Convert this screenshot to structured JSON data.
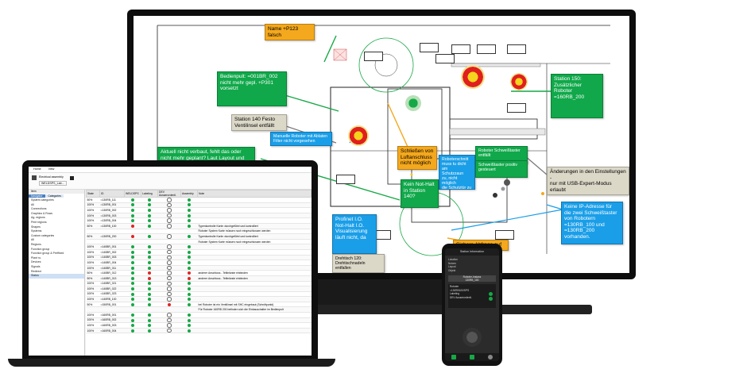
{
  "monitor": {
    "notes": {
      "name_p123": [
        "Name +P123",
        "falsch"
      ],
      "bedienpult": [
        "Bedienpult: =001BR_002",
        "nicht mehr gepl. +P301 vorsetzt"
      ],
      "station140": [
        "Station 140 Festo",
        "Ventilinsel entfällt"
      ],
      "station150": [
        "Station 150: Zusätzlicher",
        "Roboter =160RB_200"
      ],
      "aktuell": [
        "Aktuell nicht verbaut, fehlt das oder",
        "nicht mehr geplant? Laut Layout und"
      ],
      "schliessen": [
        "Schließen von",
        "Luftanschluss",
        "nicht möglich"
      ],
      "kein_not_halt": [
        "Kein Not-Halt",
        "in Station 140?"
      ],
      "profinet": [
        "Profinet I.O.",
        "Not-Halt I.O.",
        "Visualisierung",
        "läuft nicht, da"
      ],
      "sichere": [
        "Sichere Abfrage auf"
      ],
      "ip_adresse": [
        "Keine IP-Adresse für",
        "die zwei Schweißtaster",
        "von Robotern",
        "=130RB_100 und",
        "=130RB_200",
        "vorhanden."
      ],
      "aenderungen": [
        "Änderungen in den Einstellungen -",
        "nur mit USB-Expert-Modus erlaubt"
      ],
      "roboter_schweiss": [
        "Roboter Schweißtaster entfällt"
      ],
      "schweisstaster": [
        "Schweißtaster positiv gesteuert"
      ],
      "drehtisch": [
        "Drehtisch 120:",
        "Drehtischnadeln entfallen"
      ],
      "manuelle": [
        "Manuelle Roboter mit Ablaten",
        "Filter nicht vorgesehen"
      ],
      "roboterschnitt": [
        "Roboterschnitt",
        "muss tu dicht am",
        "Schutzzaun",
        "zu, nicht möglich",
        "die Schutztür zu",
        "öffnen"
      ]
    }
  },
  "laptop": {
    "menu": [
      "Home",
      "View"
    ],
    "toolbar_title": "Electrical assembly",
    "toolbar_sub": "WELDSPS_Lab...",
    "pane_tabs": [
      "Navigator",
      "Categories"
    ],
    "pane_header": "Item",
    "sidebar_items": [
      "System categories",
      "All",
      "Connections",
      "Graphics & Rows",
      "Ag. regions",
      "Print regions",
      "Shapes",
      "Systems",
      "Custom categories",
      "All",
      "Regions",
      "Function group",
      "Function group & Preffixed",
      "Plant ro.",
      "Devices",
      "Signals",
      "Redirect",
      "Status"
    ],
    "columns": [
      "State",
      "ID",
      "WELDSPS",
      "Labeling",
      "DEV Ausserordentl.",
      "Assembly",
      "Note"
    ],
    "rows": [
      {
        "state": "50%",
        "id": "=130RB_111",
        "c": [
          "g",
          "g",
          "o",
          "g"
        ],
        "note": ""
      },
      {
        "state": "100%",
        "id": "=130RB_001",
        "c": [
          "g",
          "g",
          "o",
          "g"
        ],
        "note": ""
      },
      {
        "state": "100%",
        "id": "=130RB_002",
        "c": [
          "g",
          "g",
          "o",
          "g"
        ],
        "note": ""
      },
      {
        "state": "100%",
        "id": "=130RB_003",
        "c": [
          "g",
          "g",
          "o",
          "g"
        ],
        "note": ""
      },
      {
        "state": "100%",
        "id": "=130RB_004",
        "c": [
          "g",
          "g",
          "o",
          "g"
        ],
        "note": ""
      },
      {
        "state": "50%",
        "id": "=130RB_100",
        "c": [
          "r",
          "g",
          "o",
          "g"
        ],
        "note": "Typenkontrolle Karte: durchgeführt und kontrolliert"
      },
      {
        "state": "",
        "id": "",
        "c": [],
        "note": "Roboter System Karte müssen noch eingeschlossen werden"
      },
      {
        "state": "50%",
        "id": "=130RB_200",
        "c": [
          "r",
          "g",
          "o",
          "g"
        ],
        "note": "Typenkontrolle Karte: durchgeführt und kontrolliert"
      },
      {
        "state": "",
        "id": "",
        "c": [],
        "note": "Roboter System Karte müssen noch eingeschlossen werden"
      },
      {
        "state": "100%",
        "id": "=140BR_001",
        "c": [
          "g",
          "g",
          "o",
          "g"
        ],
        "note": ""
      },
      {
        "state": "100%",
        "id": "=140BR_002",
        "c": [
          "g",
          "g",
          "o",
          "g"
        ],
        "note": ""
      },
      {
        "state": "100%",
        "id": "=140BR_003",
        "c": [
          "g",
          "g",
          "o",
          "g"
        ],
        "note": ""
      },
      {
        "state": "100%",
        "id": "=140BR_004",
        "c": [
          "g",
          "g",
          "o",
          "g"
        ],
        "note": ""
      },
      {
        "state": "100%",
        "id": "=140BR_011",
        "c": [
          "g",
          "g",
          "o",
          "g"
        ],
        "note": ""
      },
      {
        "state": "50%",
        "id": "=140BR_012",
        "c": [
          "g",
          "r",
          "o",
          "r"
        ],
        "note": "anderer Anschluss - Teiltnitzste einbinden"
      },
      {
        "state": "50%",
        "id": "=140BR_013",
        "c": [
          "g",
          "r",
          "o",
          "r"
        ],
        "note": "anderer Anschluss - Teiltnitzste einbinden"
      },
      {
        "state": "100%",
        "id": "=140BR_021",
        "c": [
          "g",
          "g",
          "o",
          "g"
        ],
        "note": ""
      },
      {
        "state": "100%",
        "id": "=140BR_022",
        "c": [
          "g",
          "g",
          "o",
          "g"
        ],
        "note": ""
      },
      {
        "state": "100%",
        "id": "=140BR_023",
        "c": [
          "g",
          "g",
          "o",
          "g"
        ],
        "note": ""
      },
      {
        "state": "100%",
        "id": "=140RB_100",
        "c": [
          "g",
          "g",
          "o",
          "g"
        ],
        "note": ""
      },
      {
        "state": "50%",
        "id": "=150RB_001",
        "c": [
          "g",
          "g",
          "r",
          "g"
        ],
        "note": "bei Roboter ist ein Ventilinsel mit SHC eingebaut (Schnittpunkt)"
      },
      {
        "state": "",
        "id": "",
        "c": [],
        "note": "Für Roboter 160RB 200 befinden sich die Einbauschalter im Bedienpult"
      },
      {
        "state": "100%",
        "id": "=160RB_001",
        "c": [
          "g",
          "g",
          "o",
          "g"
        ],
        "note": ""
      },
      {
        "state": "100%",
        "id": "=160RB_002",
        "c": [
          "g",
          "g",
          "o",
          "g"
        ],
        "note": ""
      },
      {
        "state": "100%",
        "id": "=160RB_003",
        "c": [
          "g",
          "g",
          "o",
          "g"
        ],
        "note": ""
      },
      {
        "state": "100%",
        "id": "=160RB_004",
        "c": [
          "g",
          "g",
          "o",
          "g"
        ],
        "note": ""
      }
    ]
  },
  "phone": {
    "header": "Station Information",
    "lines": [
      "Lokation",
      "Nutzen",
      "Layout",
      "Objekt"
    ],
    "section": "Roboter-Instanz",
    "sub": "130RB_100",
    "info_title": "Roboter",
    "info_lines": [
      "=130RB100/SPS",
      "Labeling",
      "DEV Ausserordentl."
    ]
  }
}
